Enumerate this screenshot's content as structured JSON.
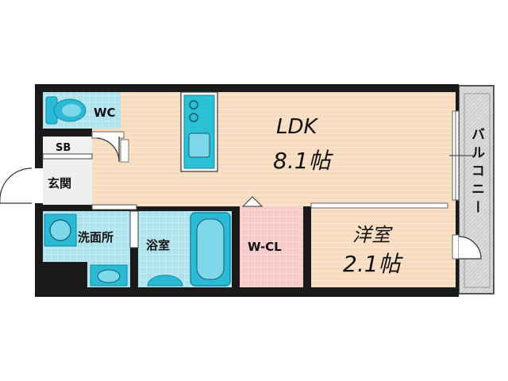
{
  "colors": {
    "wall": "#1a1a1a",
    "ldk_floor": "#f7dcc0",
    "ldk_stripe": "#ffffff",
    "wet_area": "#aee3ee",
    "wet_grid": "#ffffff",
    "closet": "#f7c9c9",
    "balcony": "#dcdcdc",
    "fixture": "#2bbad6",
    "fixture_dark": "#0f8aa3",
    "kitchen": "#2cc0d6"
  },
  "rooms": {
    "wc": "WC",
    "sb": "SB",
    "genkan": "玄関",
    "senmenjo": "洗面所",
    "yokushitsu": "浴室",
    "wcl": "W-CL",
    "ldk": "LDK",
    "ldk_size": "8.1帖",
    "yoshitsu": "洋室",
    "yoshitsu_size": "2.1帖",
    "balcony": "バルコニー"
  },
  "icons": [
    "toilet-icon",
    "kitchen-counter-icon",
    "washing-machine-icon",
    "wash-basin-icon",
    "bathtub-icon",
    "bath-sink-icon",
    "door-swing-icon"
  ]
}
